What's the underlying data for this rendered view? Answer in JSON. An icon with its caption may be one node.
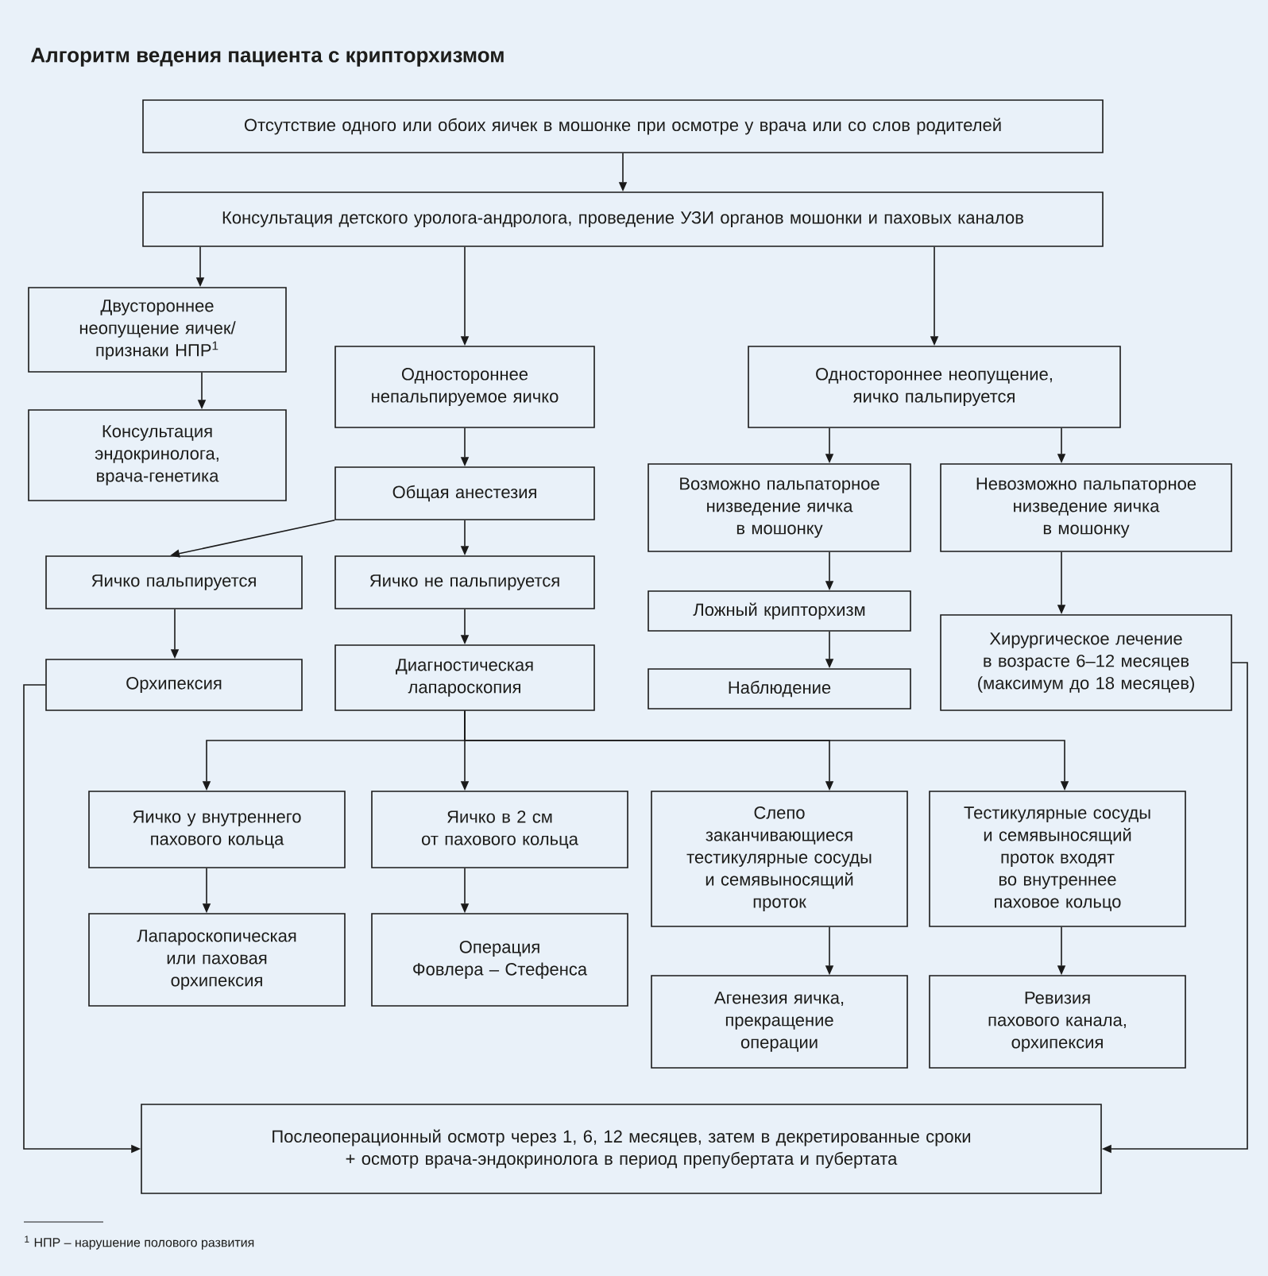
{
  "diagram": {
    "title": "Алгоритм ведения пациента с крипторхизмом",
    "nodes": [
      {
        "text": [
          "Отсутствие одного или обоих яичек в мошонке при осмотре у врача или со слов родителей"
        ]
      },
      {
        "text": [
          "Консультация детского уролога-андролога, проведение УЗИ органов мошонки и паховых каналов"
        ]
      },
      {
        "text": [
          "Двустороннее неопущение яичек/ признаки НПР$^{1}$"
        ]
      },
      {
        "text": [
          "Консультация эндокринолога, врача-генетика"
        ]
      },
      {
        "text": [
          "Одностороннее непальпируемое яичко"
        ]
      },
      {
        "text": [
          "Одностороннее неопущение, яичко пальпируется"
        ]
      },
      {
        "text": [
          "Общая анестезия"
        ]
      },
      {
        "text": [
          "Возможно пальпаторное низведение яичка в мошонку"
        ]
      },
      {
        "text": [
          "Невозможно пальпаторное низведение яичка в мошонку"
        ]
      },
      {
        "text": [
          "Яичко пальпируется"
        ]
      },
      {
        "text": [
          "Яичко не пальпируется"
        ]
      },
      {
        "text": [
          "Ложный крипторхизм"
        ]
      },
      {
        "text": [
          "Орхипексия"
        ]
      },
      {
        "text": [
          "Диагностическая лапароскопия"
        ]
      },
      {
        "text": [
          "Хирургическое лечение в возрасте 6–12 месяцев (максимум до 18 месяцев)"
        ]
      },
      {
        "text": [
          "Наблюдение"
        ]
      },
      {
        "text": [
          "Яичко у внутреннего пахового кольца"
        ]
      },
      {
        "text": [
          "Яичко в 2 см от пахового кольца"
        ]
      },
      {
        "text": [
          "Слепо заканчивающиеся тестикулярные сосуды и семявыносящий проток"
        ]
      },
      {
        "text": [
          "Тестикулярные сосуды и семявыносящий проток входят во внутреннее паховое кольцо"
        ]
      },
      {
        "text": [
          "Лапароскопическая или паховая орхипексия"
        ]
      },
      {
        "text": [
          "Операция Фовлера – Стефенса"
        ]
      },
      {
        "text": [
          "Агенезия яичка, прекращение операции"
        ]
      },
      {
        "text": [
          "Ревизия пахового канала, орхипексия"
        ]
      },
      {
        "text": [
          "Послеоперационный осмотр через 1, 6, 12 месяцев, затем в декретированные сроки + осмотр врача-эндокринолога в период препубертата и пубертата"
        ]
      }
    ],
    "edges": [
      {
        "from": 0,
        "to": 1,
        "arrow": "to"
      },
      {
        "from": 1,
        "to": 2,
        "arrow": "to"
      },
      {
        "from": 1,
        "to": 4,
        "arrow": "to"
      },
      {
        "from": 1,
        "to": 5,
        "arrow": "to"
      },
      {
        "from": 2,
        "to": 3,
        "arrow": "to"
      },
      {
        "from": 4,
        "to": 6,
        "arrow": "to"
      },
      {
        "from": 5,
        "to": 7,
        "arrow": "to"
      },
      {
        "from": 5,
        "to": 8,
        "arrow": "to"
      },
      {
        "from": 6,
        "to": 9,
        "arrow": "to"
      },
      {
        "from": 6,
        "to": 10,
        "arrow": "to"
      },
      {
        "from": 7,
        "to": 11,
        "arrow": "to"
      },
      {
        "from": 8,
        "to": 14,
        "arrow": "to"
      },
      {
        "from": 9,
        "to": 12,
        "arrow": "to"
      },
      {
        "from": 10,
        "to": 13,
        "arrow": "to"
      },
      {
        "from": 11,
        "to": 15,
        "arrow": "to"
      },
      {
        "from": 13,
        "to": 16,
        "arrow": "to"
      },
      {
        "from": 13,
        "to": 17,
        "arrow": "to"
      },
      {
        "from": 13,
        "to": 18,
        "arrow": "to"
      },
      {
        "from": 13,
        "to": 19,
        "arrow": "to"
      },
      {
        "from": 16,
        "to": 20,
        "arrow": "to"
      },
      {
        "from": 17,
        "to": 21,
        "arrow": "to"
      },
      {
        "from": 18,
        "to": 22,
        "arrow": "to"
      },
      {
        "from": 19,
        "to": 23,
        "arrow": "to"
      },
      {
        "from": 12,
        "to": 24,
        "arrow": "to"
      },
      {
        "from": 14,
        "to": 24,
        "arrow": "to"
      }
    ],
    "labels": [
      "$^{1}$ НПР – нарушение полового развития"
    ]
  }
}
